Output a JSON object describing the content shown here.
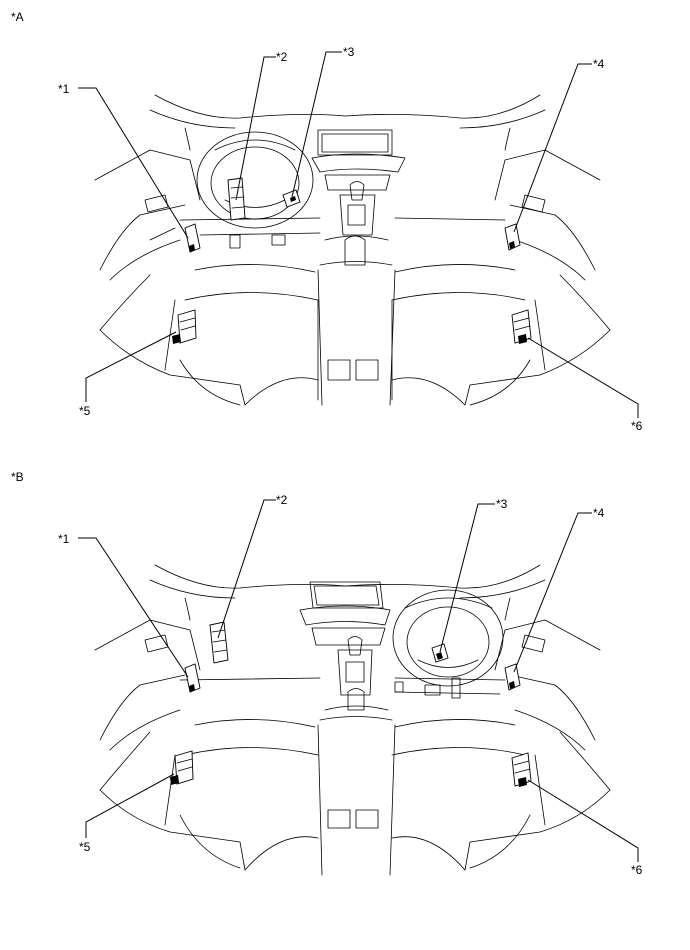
{
  "panels": [
    {
      "label": "*A",
      "callouts": [
        "*1",
        "*2",
        "*3",
        "*4",
        "*5",
        "*6"
      ]
    },
    {
      "label": "*B",
      "callouts": [
        "*1",
        "*2",
        "*3",
        "*4",
        "*5",
        "*6"
      ]
    }
  ]
}
